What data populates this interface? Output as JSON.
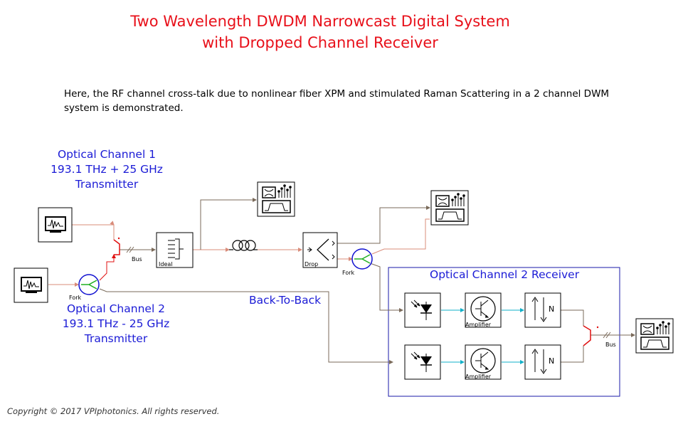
{
  "title": {
    "line1": "Two Wavelength DWDM Narrowcast Digital System",
    "line2": "with Dropped Channel Receiver"
  },
  "description": "Here, the RF channel cross-talk due to nonlinear fiber XPM and stimulated Raman Scattering in a 2 channel DWM system is demonstrated.",
  "labels": {
    "ch1": {
      "line1": "Optical Channel 1",
      "line2": "193.1 THz + 25 GHz",
      "line3": "Transmitter"
    },
    "ch2": {
      "line1": "Optical Channel 2",
      "line2": "193.1 THz - 25 GHz",
      "line3": "Transmitter"
    },
    "back_to_back": "Back-To-Back",
    "receiver_box": "Optical Channel 2 Receiver"
  },
  "component_labels": {
    "fork1": "Fork",
    "fork2": "Fork",
    "bus1": "Bus",
    "bus2": "Bus",
    "ideal": "Ideal",
    "drop": "Drop",
    "amplifier1": "Amplifier",
    "amplifier2": "Amplifier",
    "filter_n": "N"
  },
  "icons": {
    "transmitter": "transmitter-scope-icon",
    "analyzer": "signal-analyzer-icon",
    "photodiode": "photodiode-icon",
    "amplifier": "transistor-amplifier-icon",
    "filter": "lowpass-filter-icon",
    "fiber": "fiber-coil-icon"
  },
  "colors": {
    "title": "#e8101a",
    "label_blue": "#1b1bd6",
    "optical_wire": "#d98c7a",
    "electrical_wire": "#7a6a5a",
    "signal_wire": "#12b0c8",
    "bus_red": "#e01010"
  },
  "copyright": "Copyright © 2017 VPIphotonics. All rights reserved."
}
